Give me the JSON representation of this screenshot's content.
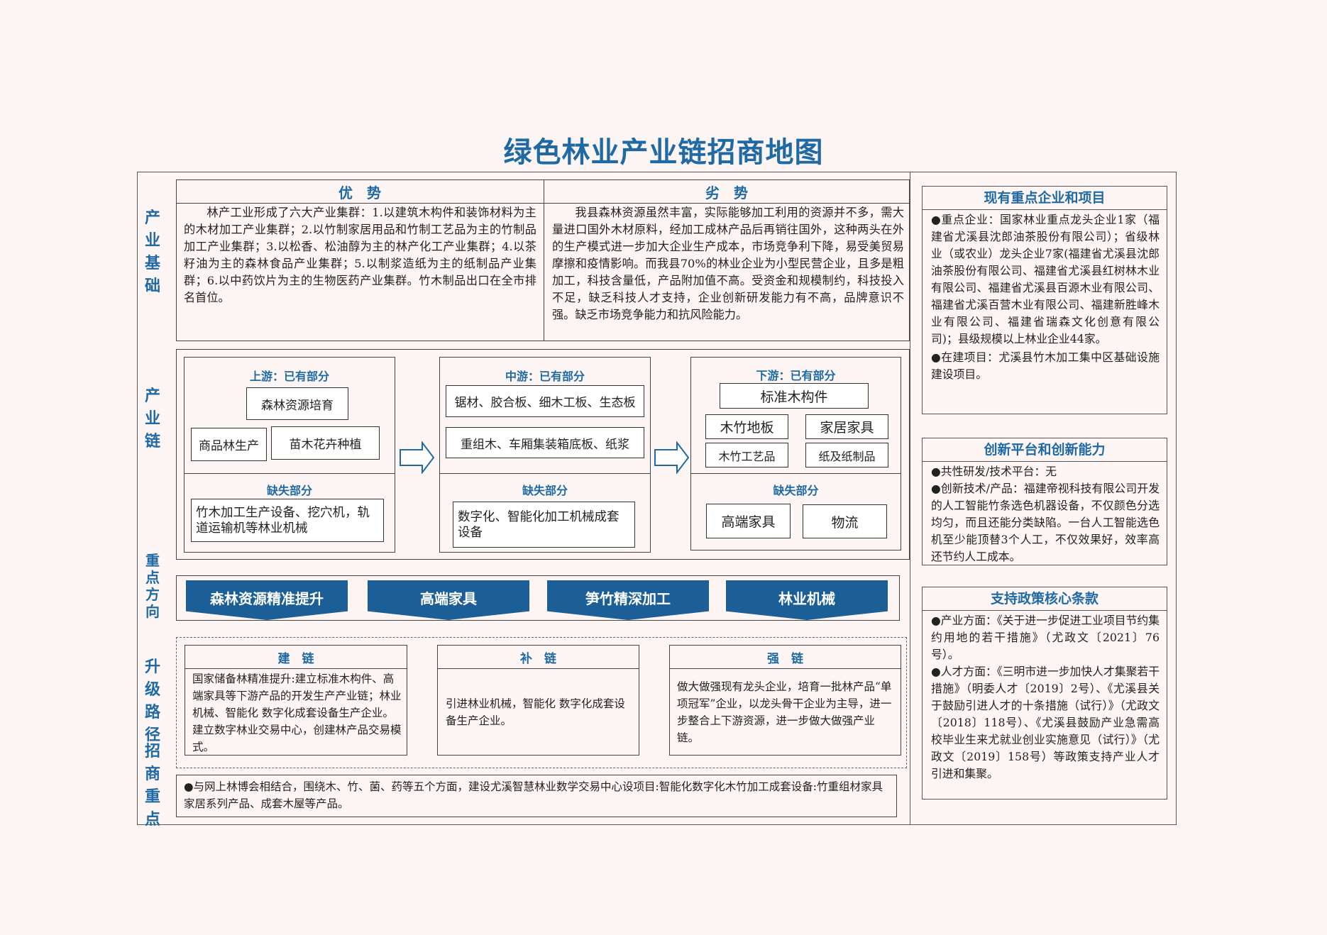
{
  "title": "绿色林业产业链招商地图",
  "side_labels": {
    "base": "产业基础",
    "chain": "产业链",
    "direction": "重点方向",
    "path": "升级路径",
    "focus": "招商重点"
  },
  "base": {
    "adv_title": "优　势",
    "dis_title": "劣　势",
    "adv_text": "林产工业形成了六大产业集群：1.以建筑木构件和装饰材料为主的木材加工产业集群；2.以竹制家居用品和竹制工艺品为主的竹制品加工产业集群；3.以松香、松油醇为主的林产化工产业集群；4.以茶籽油为主的森林食品产业集群；5.以制浆造纸为主的纸制品产业集群；6.以中药饮片为主的生物医药产业集群。竹木制品出口在全市排名首位。",
    "dis_text": "我县森林资源虽然丰富，实际能够加工利用的资源并不多，需大量进口国外木材原料，经加工成林产品后再销往国外，这种两头在外的生产模式进一步加大企业生产成本，市场竞争利下降，易受美贸易摩擦和疫情影响。而我县70%的林业企业为小型民营企业，且多是粗加工，科技含量低，产品附加值不高。受资金和规模制约，科技投入不足，缺乏科技人才支持，企业创新研发能力有不高，品牌意识不强。缺乏市场竞争能力和抗风险能力。"
  },
  "chain": {
    "upstream": {
      "title": "上游：已有部分",
      "items": [
        "森林资源培育",
        "商品林生产",
        "苗木花卉种植"
      ],
      "missing_title": "缺失部分",
      "missing": "竹木加工生产设备、挖穴机，轨道运输机等林业机械"
    },
    "midstream": {
      "title": "中游：已有部分",
      "items": [
        "锯材、胶合板、细木工板、生态板",
        "重组木、车厢集装箱底板、纸浆"
      ],
      "missing_title": "缺失部分",
      "missing": "数字化、智能化加工机械成套设备"
    },
    "downstream": {
      "title": "下游：已有部分",
      "items": [
        "标准木构件",
        "木竹地板",
        "家居家具",
        "木竹工艺品",
        "纸及纸制品"
      ],
      "missing_title": "缺失部分",
      "missing": [
        "高端家具",
        "物流"
      ]
    }
  },
  "directions": [
    "森林资源精准提升",
    "高端家具",
    "笋竹精深加工",
    "林业机械"
  ],
  "paths": {
    "build": {
      "title": "建　链",
      "text": "国家储备林精准提升:建立标准木构件、高端家具等下游产品的开发生产产业链；林业机械、智能化 数字化成套设备生产企业。建立数字林业交易中心，创建林产品交易模式。"
    },
    "supplement": {
      "title": "补　链",
      "text": "引进林业机械，智能化 数字化成套设备生产企业。"
    },
    "strengthen": {
      "title": "强　链",
      "text": "做大做强现有龙头企业，培育一批林产品“单项冠军”企业，以龙头骨干企业为主导，进一步整合上下游资源，进一步做大做强产业链。"
    }
  },
  "focus_text": "●与网上林博会相结合，围绕木、竹、菌、药等五个方面，建设尤溪智慧林业数学交易中心设项目:智能化数字化木竹加工成套设备:竹重组材家具家居系列产品、成套木屋等产品。",
  "right": {
    "enterprises": {
      "title": "现有重点企业和项目",
      "text": "●重点企业：国家林业重点龙头企业1家（福建省尤溪县沈郎油茶股份有限公司）；省级林业（或农业）龙头企业7家(福建省尤溪县沈郎油茶股份有限公司、福建省尤溪县红树林木业有限公司、福建省尤溪县百源木业有限公司、福建省尤溪百营木业有限公司、福建新胜峰木业有限公司、福建省瑞森文化创意有限公司)；县级规模以上林业企业44家。",
      "text2": "●在建项目：尤溪县竹木加工集中区基础设施建设项目。"
    },
    "innovation": {
      "title": "创新平台和创新能力",
      "text": "●共性研发/技术平台：无",
      "text2": "●创新技术/产品：福建帝视科技有限公司开发的人工智能竹条选色机器设备，不仅颜色分选均匀，而且还能分类缺陷。一台人工智能选色机至少能顶替3个人工，不仅效果好，效率高还节约人工成本。"
    },
    "policy": {
      "title": "支持政策核心条款",
      "text": "●产业方面：《关于进一步促进工业项目节约集约用地的若干措施》（尤政文〔2021〕76号）。",
      "text2": "●人才方面：《三明市进一步加快人才集聚若干措施》（明委人才〔2019〕2号）、《尤溪县关于鼓励引进人才的十条措施（试行）》（尤政文〔2018〕118号）、《尤溪县鼓励产业急需高校毕业生来尤就业创业实施意见（试行）》（尤政文〔2019〕158号）等政策支持产业人才引进和集聚。"
    }
  }
}
